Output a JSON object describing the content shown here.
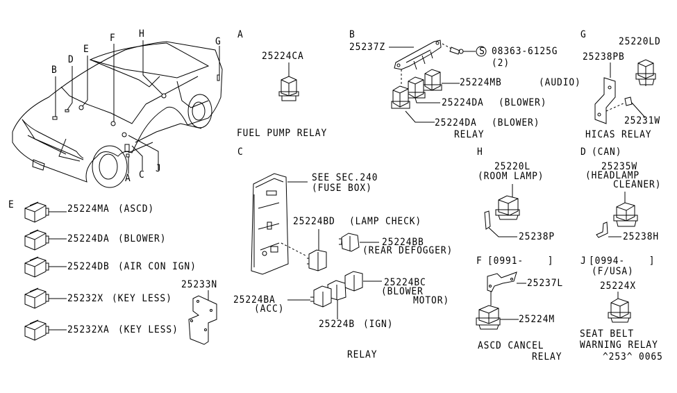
{
  "car_callouts": [
    "B",
    "D",
    "E",
    "F",
    "H",
    "G",
    "A",
    "C",
    "J"
  ],
  "sections": {
    "A": {
      "letter": "A",
      "parts": [
        {
          "number": "25224CA",
          "desc": ""
        }
      ],
      "title": "FUEL PUMP RELAY"
    },
    "B": {
      "letter": "B",
      "parts": [
        {
          "number": "25237Z",
          "desc": ""
        },
        {
          "number": "08363-6125G",
          "desc": "(2)",
          "symbol": "S"
        },
        {
          "number": "25224MB",
          "desc": "(AUDIO)"
        },
        {
          "number": "25224DA",
          "desc": "(BLOWER)"
        },
        {
          "number": "25224DA",
          "desc": "(BLOWER)"
        }
      ],
      "title": "RELAY"
    },
    "G": {
      "letter": "G",
      "parts": [
        {
          "number": "25220LD",
          "desc": ""
        },
        {
          "number": "25238PB",
          "desc": ""
        },
        {
          "number": "25231W",
          "desc": ""
        }
      ],
      "title": "HICAS RELAY"
    },
    "C": {
      "letter": "C",
      "parts": [
        {
          "number": "SEE SEC.240",
          "desc": "(FUSE BOX)"
        },
        {
          "number": "25224BD",
          "desc": "(LAMP CHECK)"
        },
        {
          "number": "25224BB",
          "desc": "(REAR DEFOGGER)"
        },
        {
          "number": "25224BC",
          "desc": "(BLOWER",
          "desc2": "MOTOR)"
        },
        {
          "number": "25224BA",
          "desc": "(ACC)"
        },
        {
          "number": "25224B",
          "desc": "(IGN)"
        }
      ],
      "title": "RELAY"
    },
    "E": {
      "letter": "E",
      "parts": [
        {
          "number": "25224MA",
          "desc": "(ASCD)"
        },
        {
          "number": "25224DA",
          "desc": "(BLOWER)"
        },
        {
          "number": "25224DB",
          "desc": "(AIR CON IGN)"
        },
        {
          "number": "25232X",
          "desc": "(KEY LESS)"
        },
        {
          "number": "25232XA",
          "desc": "(KEY LESS)"
        },
        {
          "number": "25233N",
          "desc": ""
        }
      ]
    },
    "H": {
      "letter": "H",
      "parts": [
        {
          "number": "25220L",
          "desc": "(ROOM LAMP)"
        },
        {
          "number": "25238P",
          "desc": ""
        }
      ]
    },
    "D": {
      "letter": "D",
      "variant": "(CAN)",
      "parts": [
        {
          "number": "25235W",
          "desc": "(HEADLAMP",
          "desc2": "CLEANER)"
        },
        {
          "number": "25238H",
          "desc": ""
        }
      ]
    },
    "F": {
      "letter": "F",
      "date_range": "[0991-    ]",
      "parts": [
        {
          "number": "25237L",
          "desc": ""
        },
        {
          "number": "25224M",
          "desc": ""
        }
      ],
      "title": "ASCD CANCEL",
      "title2": "RELAY"
    },
    "J": {
      "letter": "J",
      "date_range": "[0994-    ]",
      "variant": "(F/USA)",
      "parts": [
        {
          "number": "25224X",
          "desc": ""
        }
      ],
      "title": "SEAT BELT",
      "title2": "WARNING RELAY"
    }
  },
  "reference_code": "^253^ 0065"
}
